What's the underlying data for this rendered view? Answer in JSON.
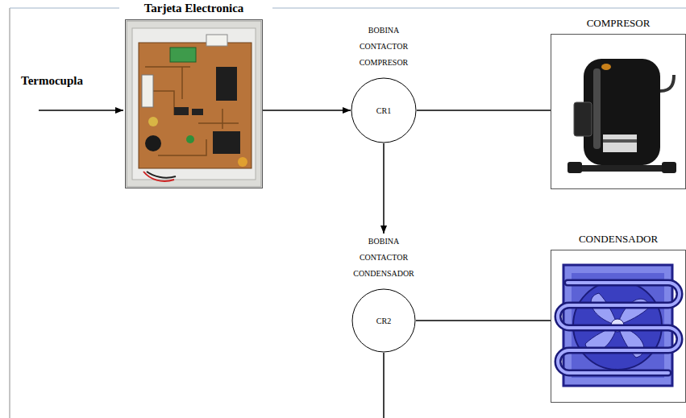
{
  "diagram": {
    "nodes": [
      {
        "text": [
          "Tarjeta Electronica"
        ]
      },
      {
        "text": [
          "BOBINA CONTACTOR COMPRESOR",
          "CR1"
        ]
      },
      {
        "text": [
          "COMPRESOR"
        ]
      },
      {
        "text": [
          "BOBINA CONTACTOR CONDENSADOR",
          "CR2"
        ]
      },
      {
        "text": [
          "CONDENSADOR"
        ]
      }
    ],
    "edges": [
      {
        "from": 0,
        "to": 1,
        "arrow": "to"
      },
      {
        "from": 1,
        "to": 2,
        "arrow": "none"
      },
      {
        "from": 1,
        "to": 3,
        "arrow": "to"
      },
      {
        "from": 3,
        "to": 4,
        "arrow": "none"
      }
    ],
    "labels": [
      "Termocupla"
    ]
  }
}
